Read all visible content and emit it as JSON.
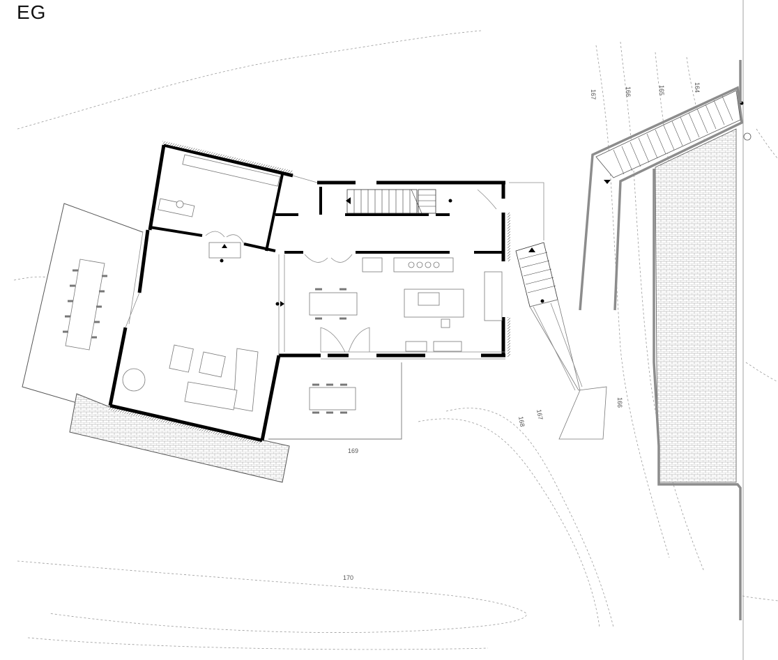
{
  "title": "EG",
  "contours": {
    "c164": "164",
    "c165": "165",
    "c166_top": "166",
    "c167_top": "167",
    "c166_right": "166",
    "c167_ramp": "167",
    "c168": "168",
    "c169": "169",
    "c170": "170"
  }
}
